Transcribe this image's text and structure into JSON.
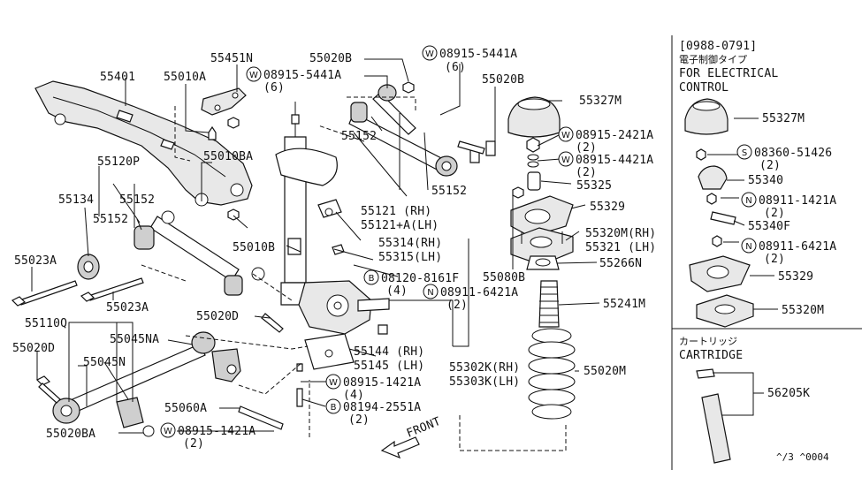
{
  "labels": {
    "p55401": "55401",
    "p55010A": "55010A",
    "p55451N": "55451N",
    "p55020B_top": "55020B",
    "w08915_5441A_top": "08915-5441A",
    "w08915_5441A_top_qty": "(6)",
    "w08915_5441A_mid": "08915-5441A",
    "w08915_5441A_mid_qty": "(6)",
    "p55020B_right": "55020B",
    "p55327M": "55327M",
    "w08915_2421A": "08915-2421A",
    "w08915_2421A_qty": "(2)",
    "w08915_4421A": "08915-4421A",
    "w08915_4421A_qty": "(2)",
    "p55152_a": "55152",
    "p55152_b": "55152",
    "p55152_c": "55152",
    "p55152_d": "55152",
    "p55010BA": "55010BA",
    "p55120P": "55120P",
    "p55134": "55134",
    "p55325": "55325",
    "p55329": "55329",
    "p55121_rh": "55121  (RH)",
    "p55121A_lh": "55121+A(LH)",
    "p55320M_rh": "55320M(RH)",
    "p55321_lh": "55321  (LH)",
    "p55314_rh": "55314(RH)",
    "p55315_lh": "55315(LH)",
    "p55266N": "55266N",
    "p55023A_left": "55023A",
    "p55010B": "55010B",
    "b08120_8161F": "08120-8161F",
    "b08120_8161F_qty": "(4)",
    "p55080B": "55080B",
    "n08911_6421A": "08911-6421A",
    "n08911_6421A_qty": "(2)",
    "p55023A_mid": "55023A",
    "p55241M": "55241M",
    "p55110Q": "55110Q",
    "p55020D_mid": "55020D",
    "p55045NA": "55045NA",
    "p55020D_left": "55020D",
    "p55144_rh": "55144 (RH)",
    "p55145_lh": "55145 (LH)",
    "p55045N": "55045N",
    "w08915_1421A_mid": "08915-1421A",
    "w08915_1421A_mid_qty": "(4)",
    "p55302K_rh": "55302K(RH)",
    "p55303K_lh": "55303K(LH)",
    "p55020M": "55020M",
    "p55060A": "55060A",
    "b08194_2551A": "08194-2551A",
    "b08194_2551A_qty": "(2)",
    "p55020BA": "55020BA",
    "w08915_1421A_bot": "08915-1421A",
    "w08915_1421A_bot_qty": "(2)",
    "front": "FRONT",
    "diagram_code": "^/3 ^0004"
  },
  "circle_letters": {
    "W": "W",
    "B": "B",
    "N": "N",
    "S": "S"
  },
  "side_panel": {
    "date_range": "[0988-0791]",
    "jp_note": "電子制御タイプ",
    "title_line1": "FOR ELECTRICAL",
    "title_line2": "CONTROL",
    "p55327M": "55327M",
    "s08360_51426": "08360-51426",
    "s08360_51426_qty": "(2)",
    "p55340": "55340",
    "n08911_1421A": "08911-1421A",
    "n08911_1421A_qty": "(2)",
    "p55340F": "55340F",
    "n08911_6421A": "08911-6421A",
    "n08911_6421A_qty": "(2)",
    "p55329": "55329",
    "p55320M": "55320M",
    "cartridge_jp": "カートリッジ",
    "cartridge": "CARTRIDGE",
    "p56205K": "56205K"
  }
}
